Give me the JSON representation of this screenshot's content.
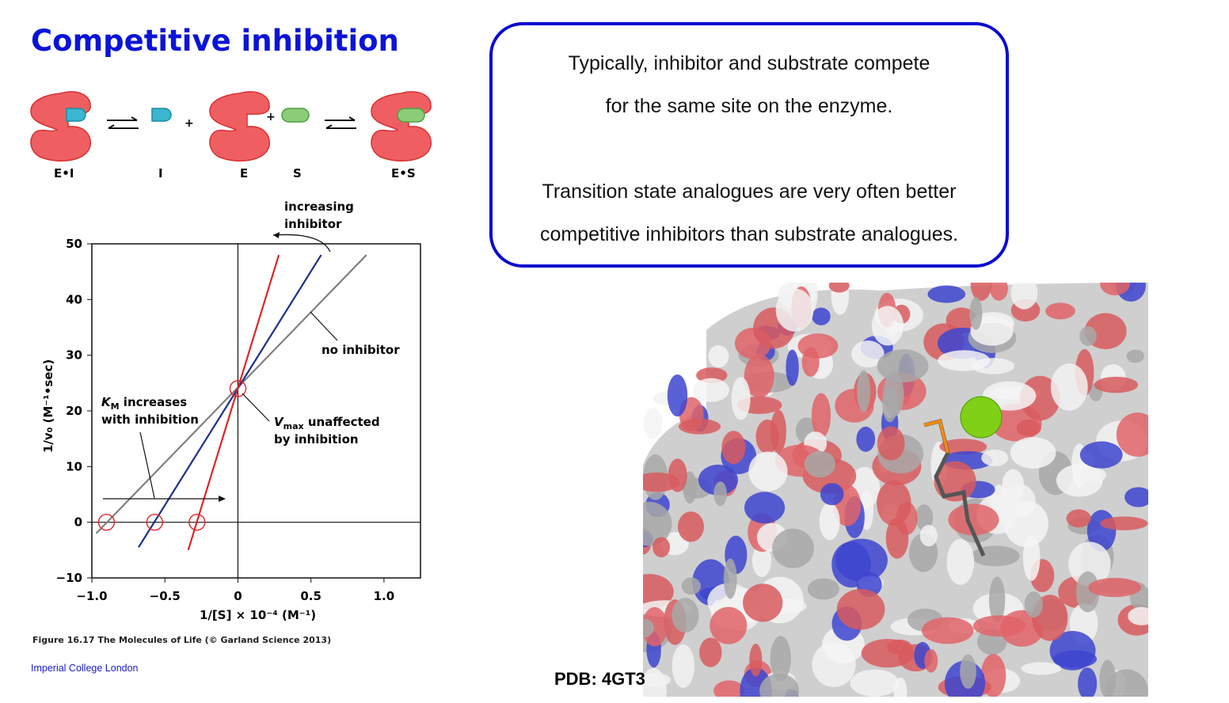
{
  "title": "Competitive inhibition",
  "scheme": {
    "labels": [
      "E•I",
      "I",
      "E",
      "S",
      "E•S"
    ],
    "plus": "+",
    "colors": {
      "enzyme": "#ef5f62",
      "inhibitor": "#3ab7cf",
      "substrate": "#8ccc78"
    }
  },
  "textbox": {
    "lines": [
      "Typically, inhibitor and substrate compete",
      "for the same site on the enzyme.",
      "Transition state analogues are very often better",
      "competitive inhibitors  than substrate analogues."
    ],
    "border_color": "#0a0ad0"
  },
  "chart_data": {
    "type": "line",
    "xlabel": "1/[S] × 10⁻⁴ (M⁻¹)",
    "ylabel": "1/v₀ (M⁻¹•sec)",
    "xlim": [
      -1.0,
      1.25
    ],
    "ylim": [
      -10,
      50
    ],
    "xticks": [
      {
        "v": -1.0,
        "l": "−1.0"
      },
      {
        "v": -0.5,
        "l": "−0.5"
      },
      {
        "v": 0,
        "l": "0"
      },
      {
        "v": 0.5,
        "l": "0.5"
      },
      {
        "v": 1.0,
        "l": "1.0"
      }
    ],
    "yticks": [
      {
        "v": 50,
        "l": "50"
      },
      {
        "v": 40,
        "l": "40"
      },
      {
        "v": 30,
        "l": "30"
      },
      {
        "v": 20,
        "l": "20"
      },
      {
        "v": 10,
        "l": "10"
      },
      {
        "v": 0,
        "l": "0"
      },
      {
        "v": -10,
        "l": "−10"
      }
    ],
    "grid": false,
    "series": [
      {
        "color": "#808080",
        "x": [
          -0.97,
          0.88
        ],
        "y": [
          -2,
          48
        ],
        "x_intercept": -0.9
      },
      {
        "color": "#1c2f8c",
        "x": [
          -0.68,
          0.57
        ],
        "y": [
          -4.5,
          48
        ],
        "x_intercept": -0.57
      },
      {
        "color": "#e02424",
        "x": [
          -0.34,
          0.28
        ],
        "y": [
          -5,
          48
        ],
        "x_intercept": -0.28
      }
    ],
    "y_intercept": 24,
    "annotations": {
      "increasing": "increasing",
      "inhibitor": "inhibitor",
      "no_inhibitor": "no inhibitor",
      "km_line1_sym": "K",
      "km_line1_sub": "M",
      "km_line1": " increases",
      "km_line2": "with inhibition",
      "vmax_sym": "V",
      "vmax_sub": "max",
      "vmax_line1": " unaffected",
      "vmax_line2": "by inhibition"
    }
  },
  "caption": "Figure 16.17  The Molecules of Life (© Garland Science 2013)",
  "footer": "Imperial College London",
  "pdb_label": "PDB: 4GT3"
}
